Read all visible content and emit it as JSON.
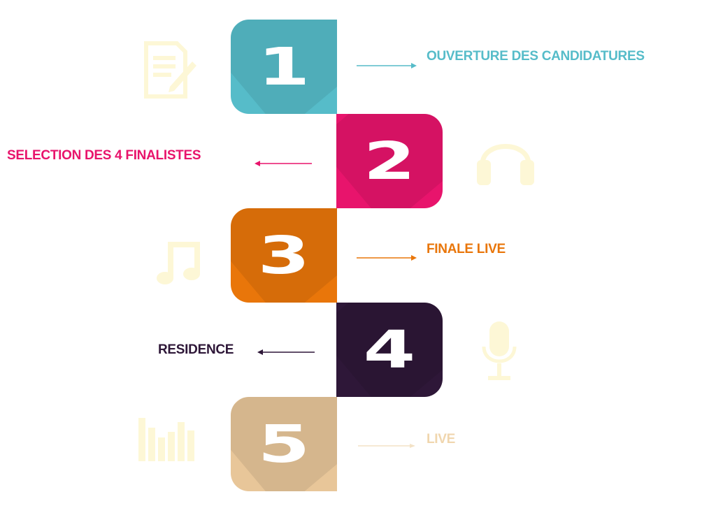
{
  "colors": {
    "step1": "#56bcc9",
    "step2": "#e8146c",
    "step3": "#e9760a",
    "step4": "#2e1738",
    "step5": "#e8c699",
    "decor": "#fdf7d6"
  },
  "steps": [
    {
      "number": "1",
      "label": "OUVERTURE DES CANDIDATURES",
      "side_icon": "document-edit-icon"
    },
    {
      "number": "2",
      "label": "SELECTION DES 4 FINALISTES",
      "side_icon": "headphones-icon"
    },
    {
      "number": "3",
      "label": "FINALE LIVE",
      "side_icon": "music-note-icon"
    },
    {
      "number": "4",
      "label": "RESIDENCE",
      "side_icon": "microphone-icon"
    },
    {
      "number": "5",
      "label": "LIVE",
      "side_icon": "equalizer-icon"
    }
  ]
}
